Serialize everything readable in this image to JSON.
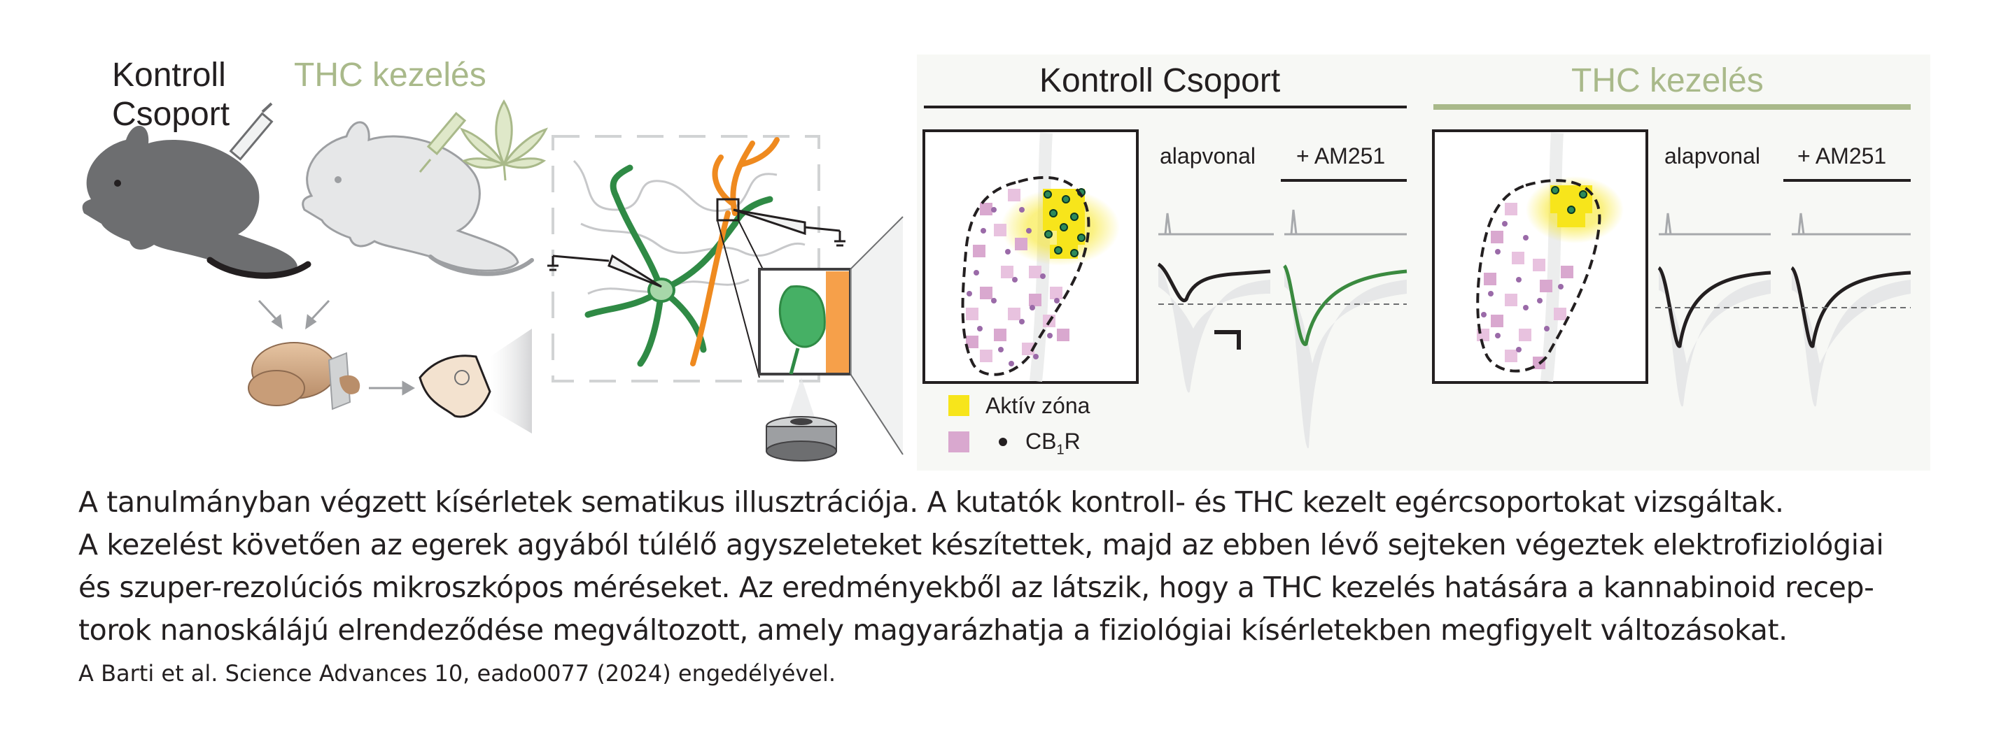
{
  "left_panel": {
    "control_label_line1": "Kontroll",
    "control_label_line2": "Csoport",
    "thc_label": "THC kezelés"
  },
  "right_panel": {
    "control_header": "Kontroll Csoport",
    "thc_header": "THC kezelés",
    "baseline_label": "alapvonal",
    "am251_label": "+ AM251",
    "legend_active_zone": "Aktív zóna",
    "legend_cb1r_prefix": "CB",
    "legend_cb1r_sub": "1",
    "legend_cb1r_suffix": "R"
  },
  "colors": {
    "thc_green": "#a9b98a",
    "active_zone_yellow": "#f7e51b",
    "cb1r_pink": "#d9a8cf",
    "neuron_green": "#3a9a4f",
    "neuron_orange": "#ef8a1f",
    "mouse_dark": "#6d6e70",
    "mouse_light": "#e2e3e4"
  },
  "caption": {
    "line1": "A tanulmányban végzett kísérletek sematikus illusztrációja. A kutatók kontroll- és THC kezelt egércsoportokat vizsgáltak.",
    "line2": "A kezelést követően az egerek agyából túlélő agyszeleteket készítettek, majd az ebben lévő sejteken végeztek elektrofiziológiai",
    "line3": "és szuper-rezolúciós mikroszkópos méréseket. Az eredményekből az látszik, hogy a THC kezelés hatására a kannabinoid recep-",
    "line4": "torok nanoskálájú elrendeződése megváltozott, amely magyarázhatja a fiziológiai kísérletekben megfigyelt változásokat."
  },
  "credit": "A Barti et al. Science Advances 10, eado0077 (2024) engedélyével."
}
